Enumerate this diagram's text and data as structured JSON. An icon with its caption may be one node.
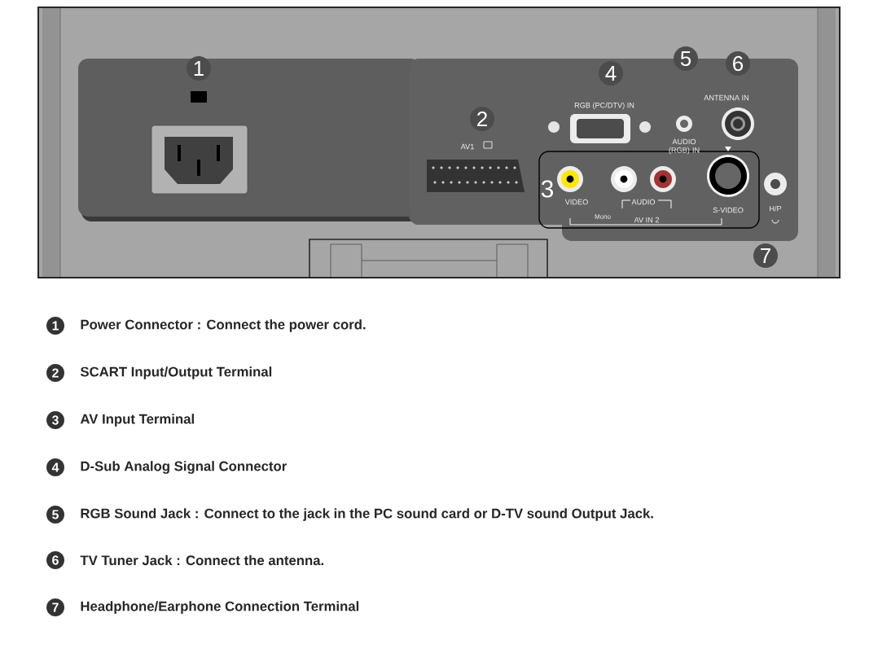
{
  "diagram": {
    "labels": [
      "1",
      "4",
      "5",
      "6",
      "2",
      "RGB (PC/DTV) IN",
      "ANTENNA IN",
      "AV1",
      "AUDIO (RGB) IN",
      "3",
      "VIDEO",
      "AUDIO",
      "S-VIDEO",
      "H/P",
      "Mono",
      "AV IN 2",
      "7",
      "1",
      "Power Connector : Connect the power cord.",
      "2",
      "SCART Input/Output Terminal",
      "3",
      "AV Input Terminal",
      "4",
      "D-Sub Analog Signal Connector",
      "5",
      "RGB Sound Jack : Connect to the jack in the PC sound card or D-TV sound Output  Jack.",
      "6",
      "TV Tuner Jack : Connect the antenna.",
      "7",
      "Headphone/Earphone Connection Terminal"
    ]
  }
}
